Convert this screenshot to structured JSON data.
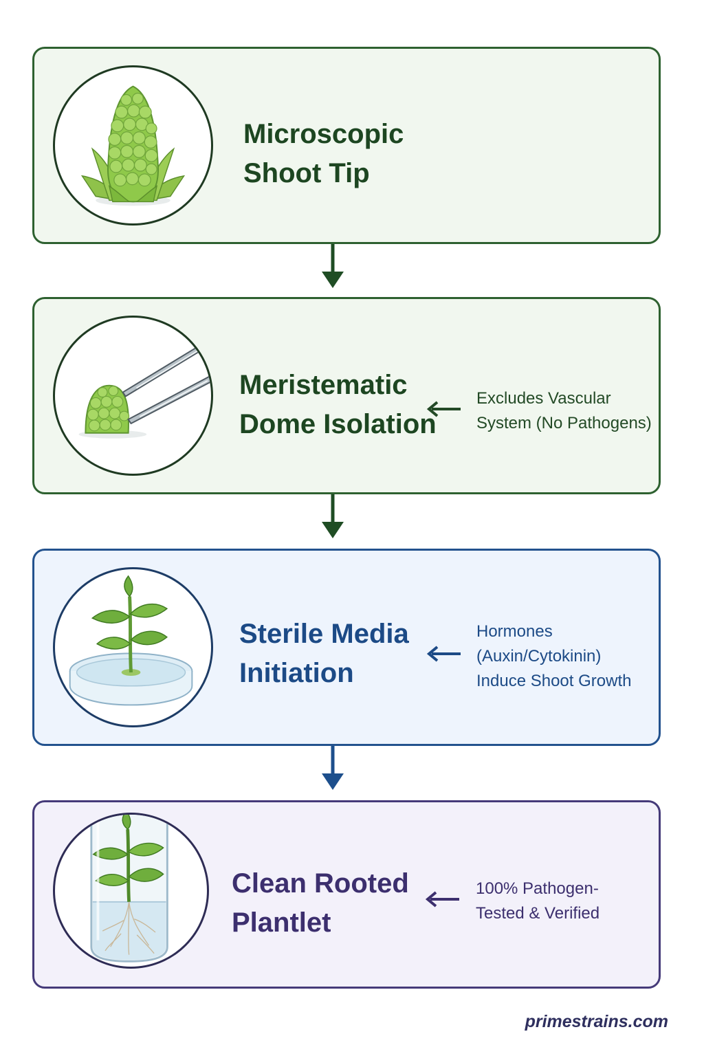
{
  "steps": [
    {
      "title_lines": [
        "Microscopic",
        "Shoot Tip"
      ],
      "note_lines": [],
      "icon": "shoot-tip-icon"
    },
    {
      "title_lines": [
        "Meristematic",
        "Dome Isolation"
      ],
      "note_lines": [
        "Excludes Vascular",
        "System (No Pathogens)"
      ],
      "icon": "tweezers-dome-icon"
    },
    {
      "title_lines": [
        "Sterile Media",
        "Initiation"
      ],
      "note_lines": [
        "Hormones",
        "(Auxin/Cytokinin)",
        "Induce Shoot Growth"
      ],
      "icon": "petri-dish-seedling-icon"
    },
    {
      "title_lines": [
        "Clean Rooted",
        "Plantlet"
      ],
      "note_lines": [
        "100% Pathogen-",
        "Tested & Verified"
      ],
      "icon": "test-tube-plantlet-icon"
    }
  ],
  "footer": "primestrains.com",
  "colors": {
    "green_border": "#2e6130",
    "green_text": "#1d4621",
    "blue_border": "#23528e",
    "blue_text": "#1c4a86",
    "purple_border": "#453a79",
    "purple_text": "#3c2f6e",
    "green_fill": "#f1f7ef",
    "blue_fill": "#eef4fd",
    "purple_fill": "#f3f1fa"
  }
}
